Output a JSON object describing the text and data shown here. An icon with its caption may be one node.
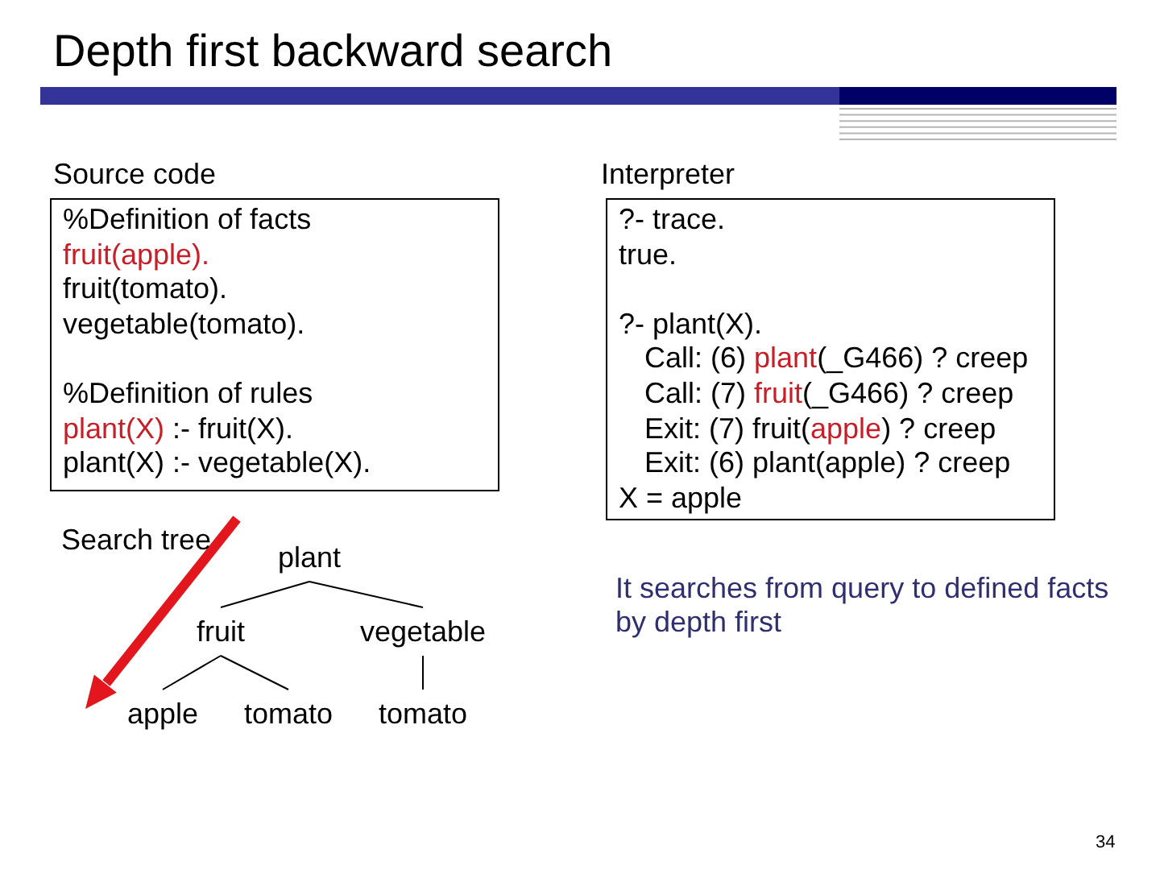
{
  "diagram": {
    "title": "Depth first backward search",
    "nodes": [
      {
        "text": [
          "Source code",
          "%Definition of facts",
          "fruit(apple).",
          "fruit(tomato).",
          "vegetable(tomato).",
          "%Definition of rules",
          "plant(X) :- fruit(X).",
          "plant(X) :- vegetable(X)."
        ]
      },
      {
        "text": [
          "Interpreter",
          "?- trace.",
          "true.",
          "?- plant(X).",
          "Call: (6) plant(_G466) ? creep",
          "Call: (7) fruit(_G466) ? creep",
          "Exit: (7) fruit(apple) ? creep",
          "Exit: (6) plant(apple) ? creep",
          "X = apple"
        ]
      },
      {
        "text": [
          "plant"
        ]
      },
      {
        "text": [
          "fruit"
        ]
      },
      {
        "text": [
          "vegetable"
        ]
      },
      {
        "text": [
          "apple"
        ]
      },
      {
        "text": [
          "tomato"
        ]
      },
      {
        "text": [
          "tomato"
        ]
      }
    ],
    "edges": [
      {
        "from": 2,
        "to": 3,
        "arrow": "none"
      },
      {
        "from": 2,
        "to": 4,
        "arrow": "none"
      },
      {
        "from": 3,
        "to": 5,
        "arrow": "none"
      },
      {
        "from": 3,
        "to": 6,
        "arrow": "none"
      },
      {
        "from": 4,
        "to": 7,
        "arrow": "none"
      }
    ],
    "labels": [
      "Search tree",
      "It searches from query to defined facts by depth first",
      "34"
    ]
  }
}
